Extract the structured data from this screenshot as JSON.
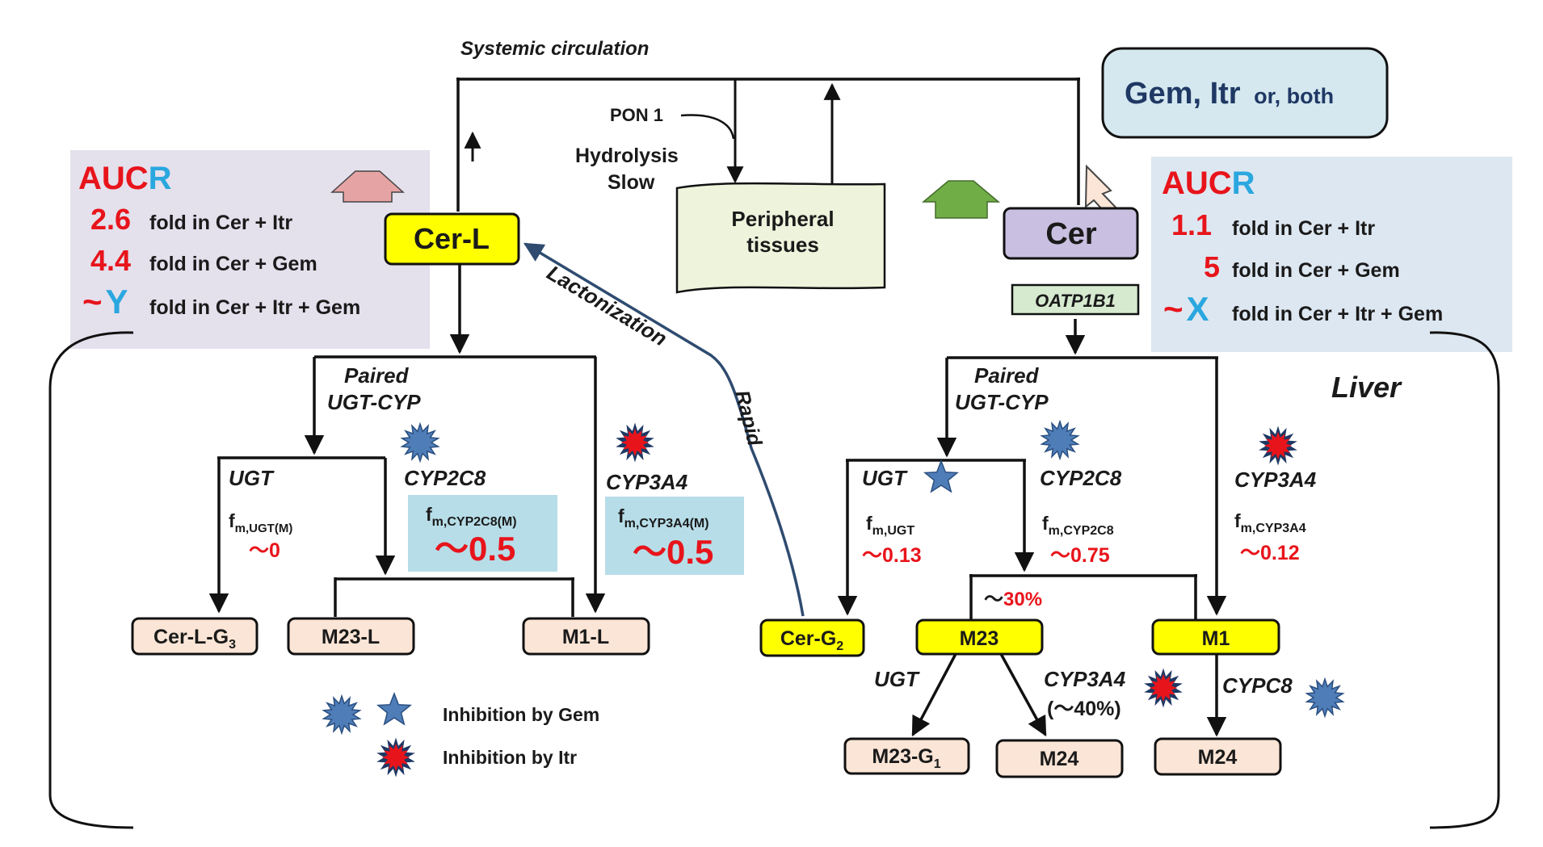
{
  "header": {
    "systemic": "Systemic circulation",
    "pon1": "PON 1",
    "hydrolysis": "Hydrolysis",
    "slow": "Slow",
    "peripheral_line1": "Peripheral",
    "peripheral_line2": "tissues"
  },
  "legend_box": {
    "main": "Gem, Itr",
    "sub": "or, both"
  },
  "aucr_left": {
    "title_a": "AUC",
    "title_b": "R",
    "rows": [
      {
        "value": "2.6",
        "text": "fold in Cer + Itr"
      },
      {
        "value": "4.4",
        "text": "fold  in Cer + Gem"
      },
      {
        "tilde": "~",
        "value": "Y",
        "text": "fold  in Cer + Itr + Gem"
      }
    ]
  },
  "aucr_right": {
    "title_a": "AUC",
    "title_b": "R",
    "rows": [
      {
        "value": "1.1",
        "text": "fold  in Cer + Itr"
      },
      {
        "value": "5",
        "text": "fold  in Cer + Gem"
      },
      {
        "tilde": "~",
        "value": "X",
        "text": "fold  in Cer + Itr + Gem"
      }
    ]
  },
  "nodes": {
    "cer_l": "Cer-L",
    "cer": "Cer",
    "oatp": "OATP1B1",
    "cer_l_g3": {
      "base": "Cer-L-G",
      "sub": "3"
    },
    "m23_l": "M23-L",
    "m1_l": "M1-L",
    "cer_g2": {
      "base": "Cer-G",
      "sub": "2"
    },
    "m23": "M23",
    "m1": "M1",
    "m23_g1": {
      "base": "M23-G",
      "sub": "1"
    },
    "m24_a": "M24",
    "m24_b": "M24"
  },
  "labels": {
    "lactonization": "Lactonization",
    "rapid": "Rapid",
    "liver": "Liver",
    "paired_l1": "Paired",
    "paired_l2": "UGT-CYP",
    "paired_r1": "Paired",
    "paired_r2": "UGT-CYP",
    "ugt_left": "UGT",
    "cyp2c8_left": "CYP2C8",
    "cyp3a4_left": "CYP3A4",
    "ugt_right": "UGT",
    "cyp2c8_right": "CYP2C8",
    "cyp3a4_right": "CYP3A4",
    "ugt_m23": "UGT",
    "cyp3a4_m23": "CYP3A4",
    "cyp3a4_m23_pct": "(～40%)",
    "cypc8": "CYPC8"
  },
  "fm": {
    "left_ugt": {
      "f": "f",
      "sub": "m,UGT(M)",
      "value": "～0"
    },
    "left_cyp2c8": {
      "f": "f",
      "sub": "m,CYP2C8(M)",
      "value": "～0.5"
    },
    "left_cyp3a4": {
      "f": "f",
      "sub": "m,CYP3A4(M)",
      "value": "～0.5"
    },
    "right_ugt": {
      "f": "f",
      "sub": "m,UGT",
      "value": "～0.13"
    },
    "right_cyp2c8": {
      "f": "f",
      "sub": "m,CYP2C8",
      "value": "～0.75"
    },
    "right_cyp3a4": {
      "f": "f",
      "sub": "m,CYP3A4",
      "value": "～0.12"
    },
    "split_pct": {
      "tilde": "～",
      "value": "30%"
    }
  },
  "legend": {
    "gem": "Inhibition by Gem",
    "itr": "Inhibition by Itr"
  },
  "colors": {
    "red": "#e8141b",
    "blue": "#2aa7df",
    "yellow_node": "#ffff00",
    "cer_node": "#c9bfe0",
    "product_node": "#fbe5d6",
    "oatp_fill": "#d6ead0",
    "peripheral_fill": "#eef3dc",
    "aucr_left_bg": "#e4e0ec",
    "aucr_right_bg": "#dde7f1",
    "legend_box_bg": "#d5e8ef",
    "fm_box_bg": "#b7dde8",
    "gem_star": "#4f7db8",
    "itr_star": "#e8141b",
    "arrow_up_pink": "#e6a3a3",
    "arrow_up_green": "#70ad47",
    "lacto_line": "#2f4b70"
  }
}
